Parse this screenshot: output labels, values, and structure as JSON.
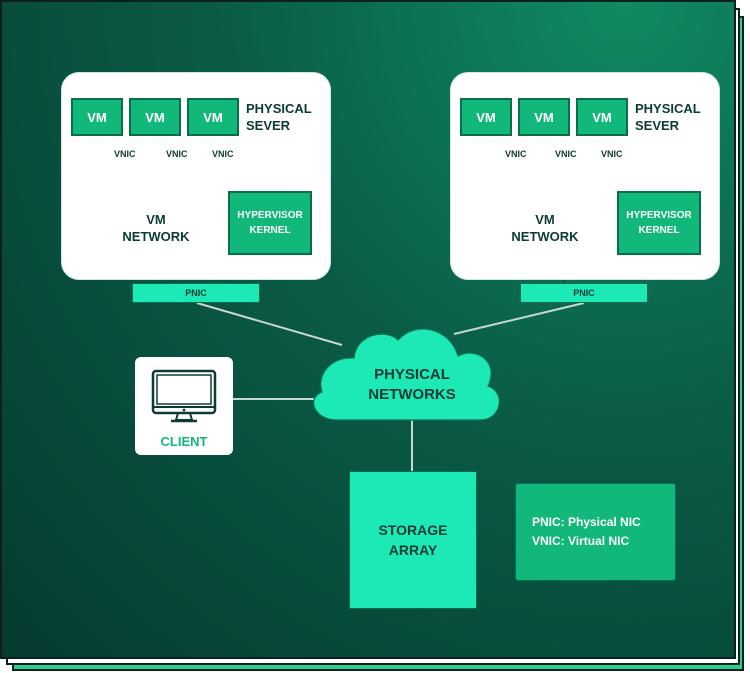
{
  "servers": [
    {
      "title_line1": "PHYSICAL",
      "title_line2": "SEVER",
      "vms": [
        "VM",
        "VM",
        "VM"
      ],
      "vnics": [
        "VNIC",
        "VNIC",
        "VNIC"
      ],
      "vm_network_line1": "VM",
      "vm_network_line2": "NETWORK",
      "hypervisor_line1": "HYPERVISOR",
      "hypervisor_line2": "KERNEL",
      "pnic": "PNIC"
    },
    {
      "title_line1": "PHYSICAL",
      "title_line2": "SEVER",
      "vms": [
        "VM",
        "VM",
        "VM"
      ],
      "vnics": [
        "VNIC",
        "VNIC",
        "VNIC"
      ],
      "vm_network_line1": "VM",
      "vm_network_line2": "NETWORK",
      "hypervisor_line1": "HYPERVISOR",
      "hypervisor_line2": "KERNEL",
      "pnic": "PNIC"
    }
  ],
  "physical_networks": {
    "line1": "PHYSICAL",
    "line2": "NETWORKS"
  },
  "client": {
    "label": "CLIENT",
    "icon": "monitor-icon"
  },
  "storage": {
    "line1": "STORAGE",
    "line2": "ARRAY"
  },
  "legend": {
    "line1": "PNIC: Physical NIC",
    "line2": "VNIC: Virtual NIC"
  },
  "colors": {
    "vm_green": "#12b87a",
    "mint": "#1de9b6",
    "dark_teal": "#0b3b34",
    "background_dark": "#063a31"
  }
}
